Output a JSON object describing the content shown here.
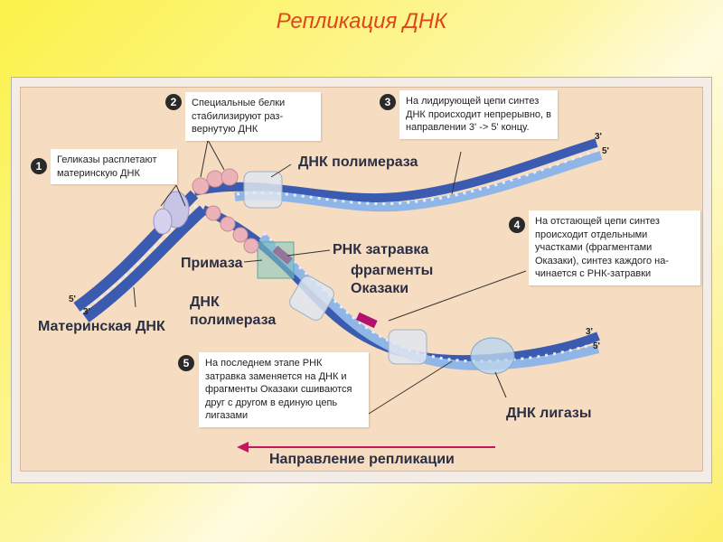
{
  "title": "Репликация ДНК",
  "steps": {
    "s1": {
      "num": "1",
      "text": "Геликазы расплетают материнскую ДНК"
    },
    "s2": {
      "num": "2",
      "text": "Специальные белки стабилизируют раз-вернутую ДНК"
    },
    "s3": {
      "num": "3",
      "text": "На лидирующей цепи синтез ДНК происходит непрерывно, в направлении 3' -> 5' концу."
    },
    "s4": {
      "num": "4",
      "text": "На отстающей цепи синтез происходит отдельными участками (фрагментами Оказаки), синтез каждого на-чинается с РНК-затравки"
    },
    "s5": {
      "num": "5",
      "text": "На последнем этапе РНК затравка заменяется на ДНК и фрагменты Оказаки сшиваются друг с другом в единую цепь лигазами"
    }
  },
  "labels": {
    "dna_polymerase_top": "ДНК полимераза",
    "rna_primer": "РНК затравка",
    "okazaki": "фрагменты Оказаки",
    "primase": "Примаза",
    "dna_polymerase_bottom": "ДНК полимераза",
    "parent_dna": "Материнская ДНК",
    "ligase": "ДНК лигазы",
    "direction": "Направление репликации"
  },
  "ends": {
    "left_5": "5'",
    "left_3": "3'",
    "top_3": "3'",
    "top_5": "5'",
    "bottom_3": "3'",
    "bottom_5": "5'"
  },
  "colors": {
    "strand_dark": "#3a5bb0",
    "strand_light": "#8fb6e6",
    "primer": "#b0126e",
    "arrow": "#c2185b",
    "title": "#e0461c"
  }
}
